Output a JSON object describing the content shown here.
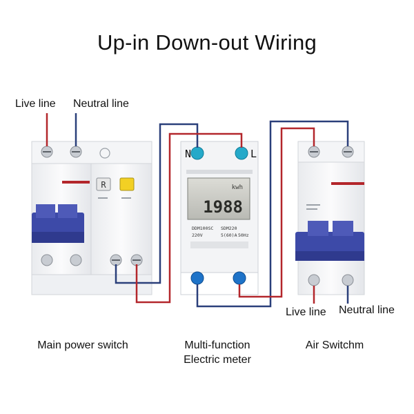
{
  "title": "Up-in Down-out Wiring",
  "labels": {
    "left_live": "Live line",
    "left_neutral": "Neutral line",
    "right_live": "Live line",
    "right_neutral": "Neutral line"
  },
  "captions": {
    "main_switch": "Main power switch",
    "meter_line1": "Multi-function",
    "meter_line2": "Electric meter",
    "air_switch": "Air Switchm"
  },
  "meter": {
    "terminal_n": "N",
    "terminal_l": "L",
    "screen_unit": "kwh",
    "screen_value": "1988",
    "spec_left_1": "DDM100SC",
    "spec_left_2": "220V",
    "spec_right_1": "SDM220",
    "spec_right_2": "5(60)A",
    "spec_right_3": "50Hz"
  },
  "breaker": {
    "reset_label": "R"
  },
  "colors": {
    "live_wire": "#b3262b",
    "neutral_wire": "#2a3f7a",
    "handle": "#3d4aa8",
    "terminal": "#1e73c8",
    "test_button": "#f2d024"
  }
}
